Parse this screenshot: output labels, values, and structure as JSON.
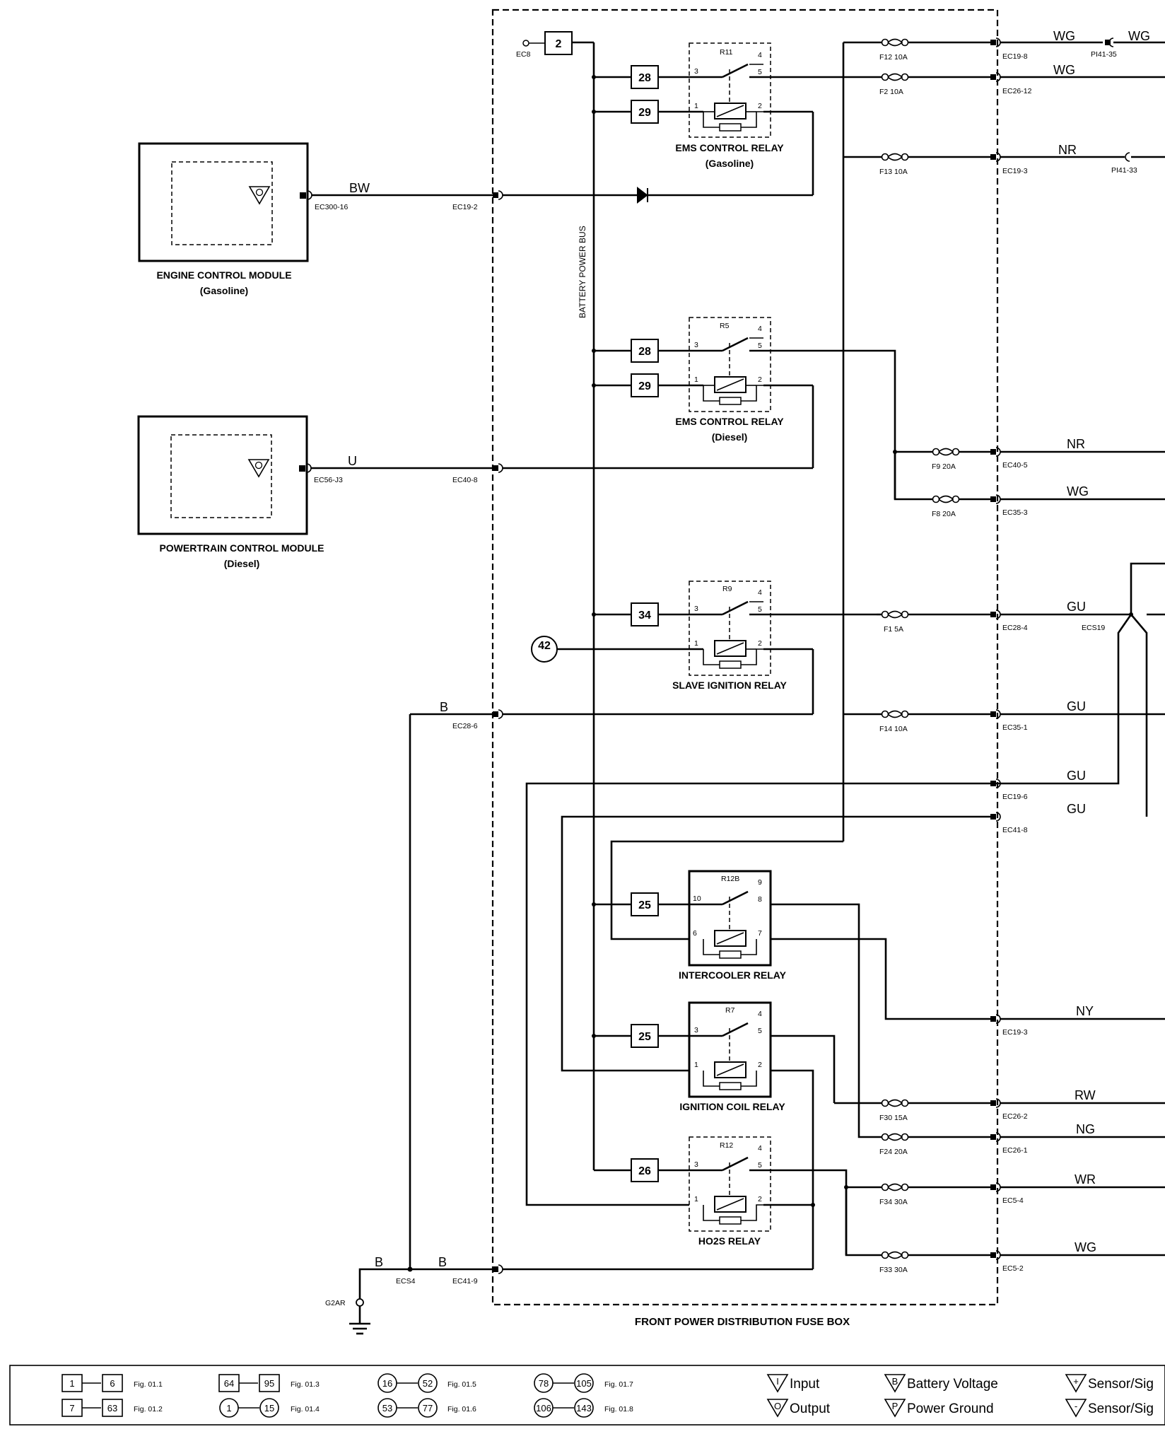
{
  "modules": {
    "ecm": {
      "name": "ENGINE CONTROL MODULE",
      "variant": "(Gasoline)",
      "connector": "EC300-16"
    },
    "pcm": {
      "name": "POWERTRAIN CONTROL MODULE",
      "variant": "(Diesel)",
      "connector": "EC56-J3"
    }
  },
  "fusebox": {
    "title": "FRONT POWER DISTRIBUTION FUSE BOX",
    "bus_label": "BATTERY POWER BUS",
    "supply_connector": "EC8",
    "supply_ref": "2"
  },
  "relays": [
    {
      "id": "R11",
      "name": "EMS CONTROL RELAY",
      "variant": "(Gasoline)",
      "refs": [
        "28",
        "29"
      ],
      "pins": [
        "3",
        "4",
        "5",
        "1",
        "2"
      ]
    },
    {
      "id": "R5",
      "name": "EMS CONTROL RELAY",
      "variant": "(Diesel)",
      "refs": [
        "28",
        "29"
      ],
      "pins": [
        "3",
        "4",
        "5",
        "1",
        "2"
      ]
    },
    {
      "id": "R9",
      "name": "SLAVE IGNITION RELAY",
      "variant": "",
      "refs": [
        "34",
        "42"
      ],
      "pins": [
        "3",
        "4",
        "5",
        "1",
        "2"
      ]
    },
    {
      "id": "R12B",
      "name": "INTERCOOLER RELAY",
      "variant": "",
      "refs": [
        "25"
      ],
      "pins": [
        "10",
        "9",
        "8",
        "6",
        "7"
      ]
    },
    {
      "id": "R7",
      "name": "IGNITION COIL RELAY",
      "variant": "",
      "refs": [
        "25"
      ],
      "pins": [
        "3",
        "4",
        "5",
        "1",
        "2"
      ]
    },
    {
      "id": "R12",
      "name": "HO2S RELAY",
      "variant": "",
      "refs": [
        "26"
      ],
      "pins": [
        "3",
        "4",
        "5",
        "1",
        "2"
      ]
    }
  ],
  "fuses": [
    {
      "label": "F12 10A",
      "connector": "EC19-8",
      "wire": "WG"
    },
    {
      "label": "F2 10A",
      "connector": "EC26-12",
      "wire": "WG"
    },
    {
      "label": "F13 10A",
      "connector": "EC19-3",
      "wire": "NR"
    },
    {
      "label": "F9 20A",
      "connector": "EC40-5",
      "wire": "NR"
    },
    {
      "label": "F8 20A",
      "connector": "EC35-3",
      "wire": "WG"
    },
    {
      "label": "F1 5A",
      "connector": "EC28-4",
      "wire": "GU"
    },
    {
      "label": "F14 10A",
      "connector": "EC35-1",
      "wire": "GU"
    },
    {
      "label": "F30 15A",
      "connector": "EC26-2",
      "wire": "RW"
    },
    {
      "label": "F24 20A",
      "connector": "EC26-1",
      "wire": "NG"
    },
    {
      "label": "F34 30A",
      "connector": "EC5-4",
      "wire": "WR"
    },
    {
      "label": "F33 30A",
      "connector": "EC5-2",
      "wire": "WG"
    }
  ],
  "connectors": {
    "ec19_2": "EC19-2",
    "ec40_8": "EC40-8",
    "ec28_6": "EC28-6",
    "ec41_9": "EC41-9",
    "ec19_6": "EC19-6",
    "ec41_8": "EC41-8",
    "ec19_3b": "EC19-3",
    "pi41_35": "PI41-35",
    "pi41_33": "PI41-33",
    "ecs19": "ECS19",
    "ecs4": "ECS4",
    "g2ar": "G2AR"
  },
  "wires": {
    "bw": "BW",
    "u": "U",
    "b1": "B",
    "b2": "B",
    "b3": "B",
    "wg_out": "WG",
    "nr_out": "NR",
    "gu1": "GU",
    "gu2": "GU",
    "ny": "NY"
  },
  "legend": {
    "items": [
      {
        "from": "1",
        "to": "6",
        "fig": "Fig. 01.1"
      },
      {
        "from": "7",
        "to": "63",
        "fig": "Fig. 01.2"
      },
      {
        "from": "64",
        "to": "95",
        "fig": "Fig. 01.3"
      },
      {
        "from": "1",
        "to": "15",
        "fig": "Fig. 01.4"
      },
      {
        "from": "16",
        "to": "52",
        "fig": "Fig. 01.5"
      },
      {
        "from": "53",
        "to": "77",
        "fig": "Fig. 01.6"
      },
      {
        "from": "78",
        "to": "105",
        "fig": "Fig. 01.7"
      },
      {
        "from": "106",
        "to": "143",
        "fig": "Fig. 01.8"
      }
    ],
    "symbols": [
      {
        "glyph": "I",
        "label": "Input"
      },
      {
        "glyph": "O",
        "label": "Output"
      },
      {
        "glyph": "B",
        "label": "Battery Voltage"
      },
      {
        "glyph": "P",
        "label": "Power Ground"
      },
      {
        "glyph": "+",
        "label": "Sensor/Sig"
      },
      {
        "glyph": "-",
        "label": "Sensor/Sig"
      }
    ]
  }
}
